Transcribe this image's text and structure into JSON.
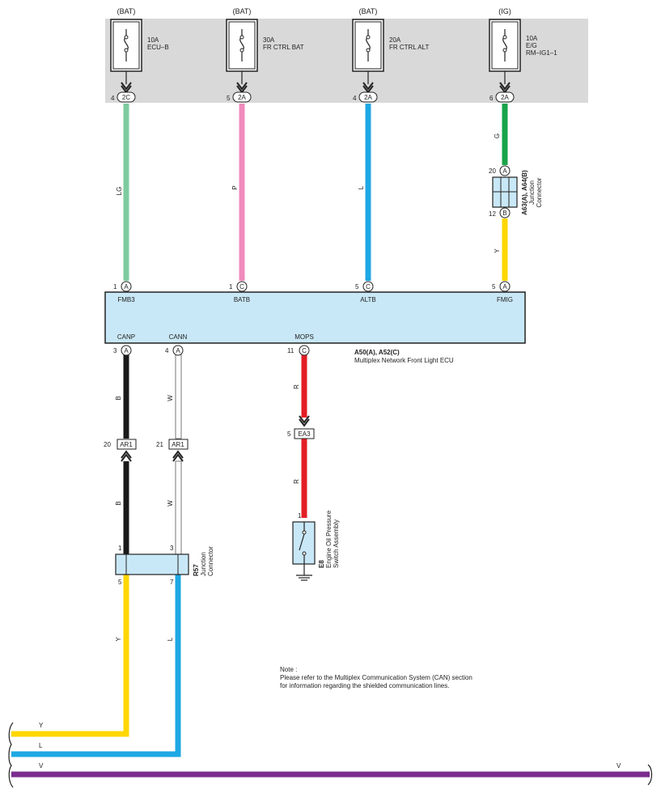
{
  "colors": {
    "lg": "#7ecba0",
    "p": "#f08bbd",
    "l": "#1ea8e4",
    "g": "#1aa34a",
    "y": "#ffd700",
    "b": "#1a1a1a",
    "w": "#ffffff",
    "r": "#e31e26",
    "v": "#7b2d8e",
    "fuse_bg": "#d9d9d9",
    "ecu_bg": "#c9e8f7"
  },
  "fuses": [
    {
      "source": "(BAT)",
      "amp": "10A",
      "name": "ECU–B",
      "pin": "4",
      "conn": "2C"
    },
    {
      "source": "(BAT)",
      "amp": "30A",
      "name": "FR CTRL BAT",
      "pin": "5",
      "conn": "2A"
    },
    {
      "source": "(BAT)",
      "amp": "20A",
      "name": "FR CTRL ALT",
      "pin": "4",
      "conn": "2A"
    },
    {
      "source": "(IG)",
      "amp": "10A",
      "name": "E/G",
      "name2": "RM–IG1–1",
      "pin": "6",
      "conn": "2A"
    }
  ],
  "wires": {
    "lg": "LG",
    "p": "P",
    "l": "L",
    "g": "G",
    "y": "Y",
    "b": "B",
    "w": "W",
    "r": "R",
    "v": "V"
  },
  "junction_a63": {
    "pin_top": "20",
    "conn_top": "A",
    "pin_bottom": "12",
    "conn_bottom": "B",
    "id": "A63(A), A64(B)",
    "label1": "Junction",
    "label2": "Connector"
  },
  "ecu": {
    "top_pins": [
      {
        "pin": "1",
        "conn": "A",
        "name": "FMB3"
      },
      {
        "pin": "1",
        "conn": "C",
        "name": "BATB"
      },
      {
        "pin": "5",
        "conn": "C",
        "name": "ALTB"
      },
      {
        "pin": "5",
        "conn": "A",
        "name": "FMIG"
      }
    ],
    "bottom_pins": [
      {
        "pin": "3",
        "conn": "A",
        "name": "CANP"
      },
      {
        "pin": "4",
        "conn": "A",
        "name": "CANN"
      },
      {
        "pin": "11",
        "conn": "C",
        "name": "MOPS"
      }
    ],
    "id": "A50(A), A52(C)",
    "name": "Multiplex Network Front Light ECU"
  },
  "connectors": {
    "ar1_left": {
      "pin": "20",
      "id": "AR1"
    },
    "ar1_right": {
      "pin": "21",
      "id": "AR1"
    },
    "ea3": {
      "pin": "5",
      "id": "EA3"
    }
  },
  "switch_e8": {
    "pin": "1",
    "id": "E8",
    "label1": "Engine Oil Pressure",
    "label2": "Switch Assembly"
  },
  "junction_r57": {
    "pin_tl": "1",
    "pin_tr": "3",
    "pin_bl": "5",
    "pin_br": "7",
    "id": "R57",
    "label1": "Junction",
    "label2": "Connector"
  },
  "note": {
    "title": "Note :",
    "line1": "Please refer to the Multiplex Communication System (CAN) section",
    "line2": "for information regarding the shielded communication lines."
  },
  "bus_labels": {
    "y": "Y",
    "l": "L",
    "v_left": "V",
    "v_right": "V"
  }
}
